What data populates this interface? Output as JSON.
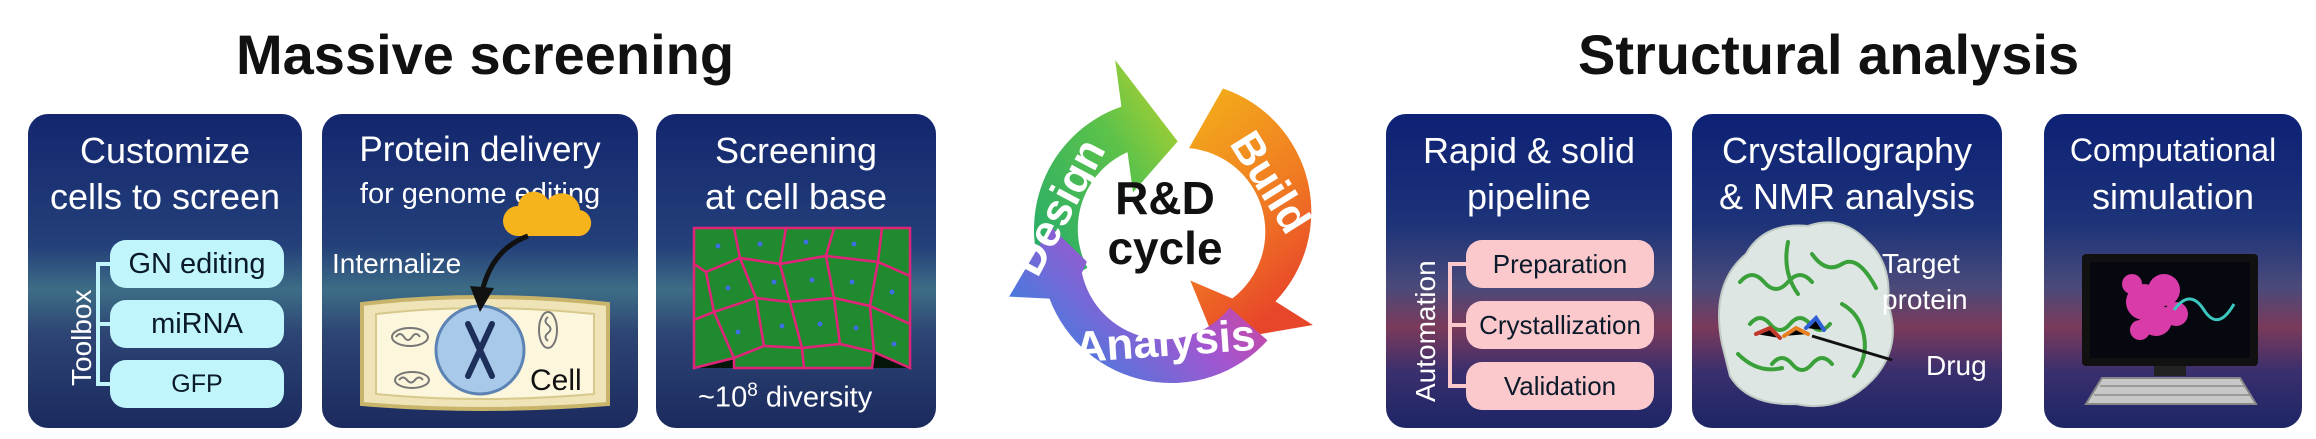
{
  "left_section": {
    "title": "Massive screening",
    "panels": [
      {
        "title_line1": "Customize",
        "title_line2": "cells to screen",
        "toolbox_label": "Toolbox",
        "items": [
          "GN editing",
          "miRNA",
          "GFP"
        ]
      },
      {
        "title_line1": "Protein delivery",
        "title_line2": "for genome editing",
        "internalize_label": "Internalize",
        "cell_label": "Cell"
      },
      {
        "title_line1": "Screening",
        "title_line2": "at cell base",
        "diversity_prefix": "~10",
        "diversity_exp": "8",
        "diversity_suffix": " diversity"
      }
    ]
  },
  "cycle": {
    "center_line1": "R&D",
    "center_line2": "cycle",
    "arrows": [
      "Design",
      "Build",
      "Analysis"
    ],
    "colors": {
      "design": "#3cb44b",
      "build": "#f08a1c",
      "analysis": "#5a6fd8"
    }
  },
  "right_section": {
    "title": "Structural analysis",
    "panels": [
      {
        "title_line1": "Rapid & solid",
        "title_line2": "pipeline",
        "automation_label": "Automation",
        "items": [
          "Preparation",
          "Crystallization",
          "Validation"
        ]
      },
      {
        "title_line1": "Crystallography",
        "title_line2": "& NMR analysis",
        "target_line1": "Target",
        "target_line2": "protein",
        "drug_label": "Drug"
      },
      {
        "title_line1": "Computational",
        "title_line2": "simulation"
      }
    ]
  }
}
